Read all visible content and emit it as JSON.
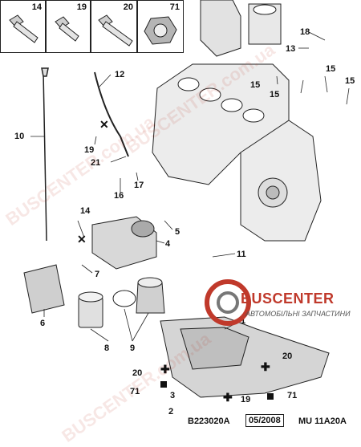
{
  "header_panels": [
    {
      "id": "14",
      "icon": "bolt-flanged-icon"
    },
    {
      "id": "19",
      "icon": "bolt-flanged-short-icon"
    },
    {
      "id": "20",
      "icon": "bolt-flanged-long-icon"
    },
    {
      "id": "71",
      "icon": "hex-nut-icon"
    }
  ],
  "callouts": [
    "1",
    "2",
    "3",
    "4",
    "5",
    "6",
    "7",
    "8",
    "9",
    "10",
    "11",
    "12",
    "13",
    "14",
    "15",
    "15",
    "15",
    "15",
    "16",
    "17",
    "18",
    "19",
    "19",
    "20",
    "20",
    "21",
    "71",
    "71"
  ],
  "footer": {
    "code": "B223020A",
    "date": "05/2008",
    "engine": "MU 11A20A"
  },
  "logo": {
    "brand": "BUSCENTER",
    "subtitle": "АВТОМОБІЛЬНІ ЗАПЧАСТИНИ"
  },
  "watermark_text": "BUSCENTER.com.ua",
  "colors": {
    "line": "#222222",
    "part_fill": "#e6e6e6",
    "part_dark": "#555555",
    "brand": "#c0392b"
  }
}
